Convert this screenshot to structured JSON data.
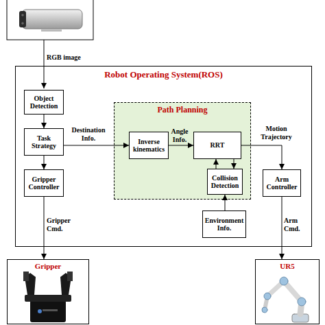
{
  "diagram": {
    "nodes": [
      {
        "text": [
          "Robot Operating System(ROS)"
        ]
      },
      {
        "text": [
          "Object Detection"
        ],
        "in": 0
      },
      {
        "text": [
          "Task Strategy"
        ],
        "in": 0
      },
      {
        "text": [
          "Gripper Controller"
        ],
        "in": 0
      },
      {
        "text": [
          "Path Planning"
        ],
        "in": 0
      },
      {
        "text": [
          "Inverse kinematics"
        ],
        "in": 4
      },
      {
        "text": [
          "RRT"
        ],
        "in": 4
      },
      {
        "text": [
          "Collision Detection"
        ],
        "in": 4
      },
      {
        "text": [
          "Environment Info."
        ],
        "in": 0
      },
      {
        "text": [
          "Arm Controller"
        ],
        "in": 0
      },
      {
        "text": [
          "Gripper"
        ]
      },
      {
        "text": [
          "UR5"
        ]
      }
    ],
    "edges": [
      {
        "from": 1,
        "to": 2,
        "arrow": "to"
      },
      {
        "from": 2,
        "to": 3,
        "arrow": "to"
      },
      {
        "from": 2,
        "to": 5,
        "label": "Destination Info.",
        "arrow": "to"
      },
      {
        "from": 5,
        "to": 6,
        "label": "Angle Info.",
        "arrow": "to"
      },
      {
        "from": 6,
        "to": 7,
        "arrow": "to"
      },
      {
        "from": 7,
        "to": 6,
        "arrow": "to"
      },
      {
        "from": 8,
        "to": 7,
        "arrow": "to"
      },
      {
        "from": 6,
        "to": 9,
        "label": "Motion Trajectory",
        "arrow": "to"
      },
      {
        "from": 3,
        "to": 10,
        "label": "Gripper Cmd.",
        "arrow": "to"
      },
      {
        "from": 9,
        "to": 11,
        "label": "Arm Cmd.",
        "arrow": "to"
      }
    ],
    "labels": [
      "RGB image"
    ]
  }
}
